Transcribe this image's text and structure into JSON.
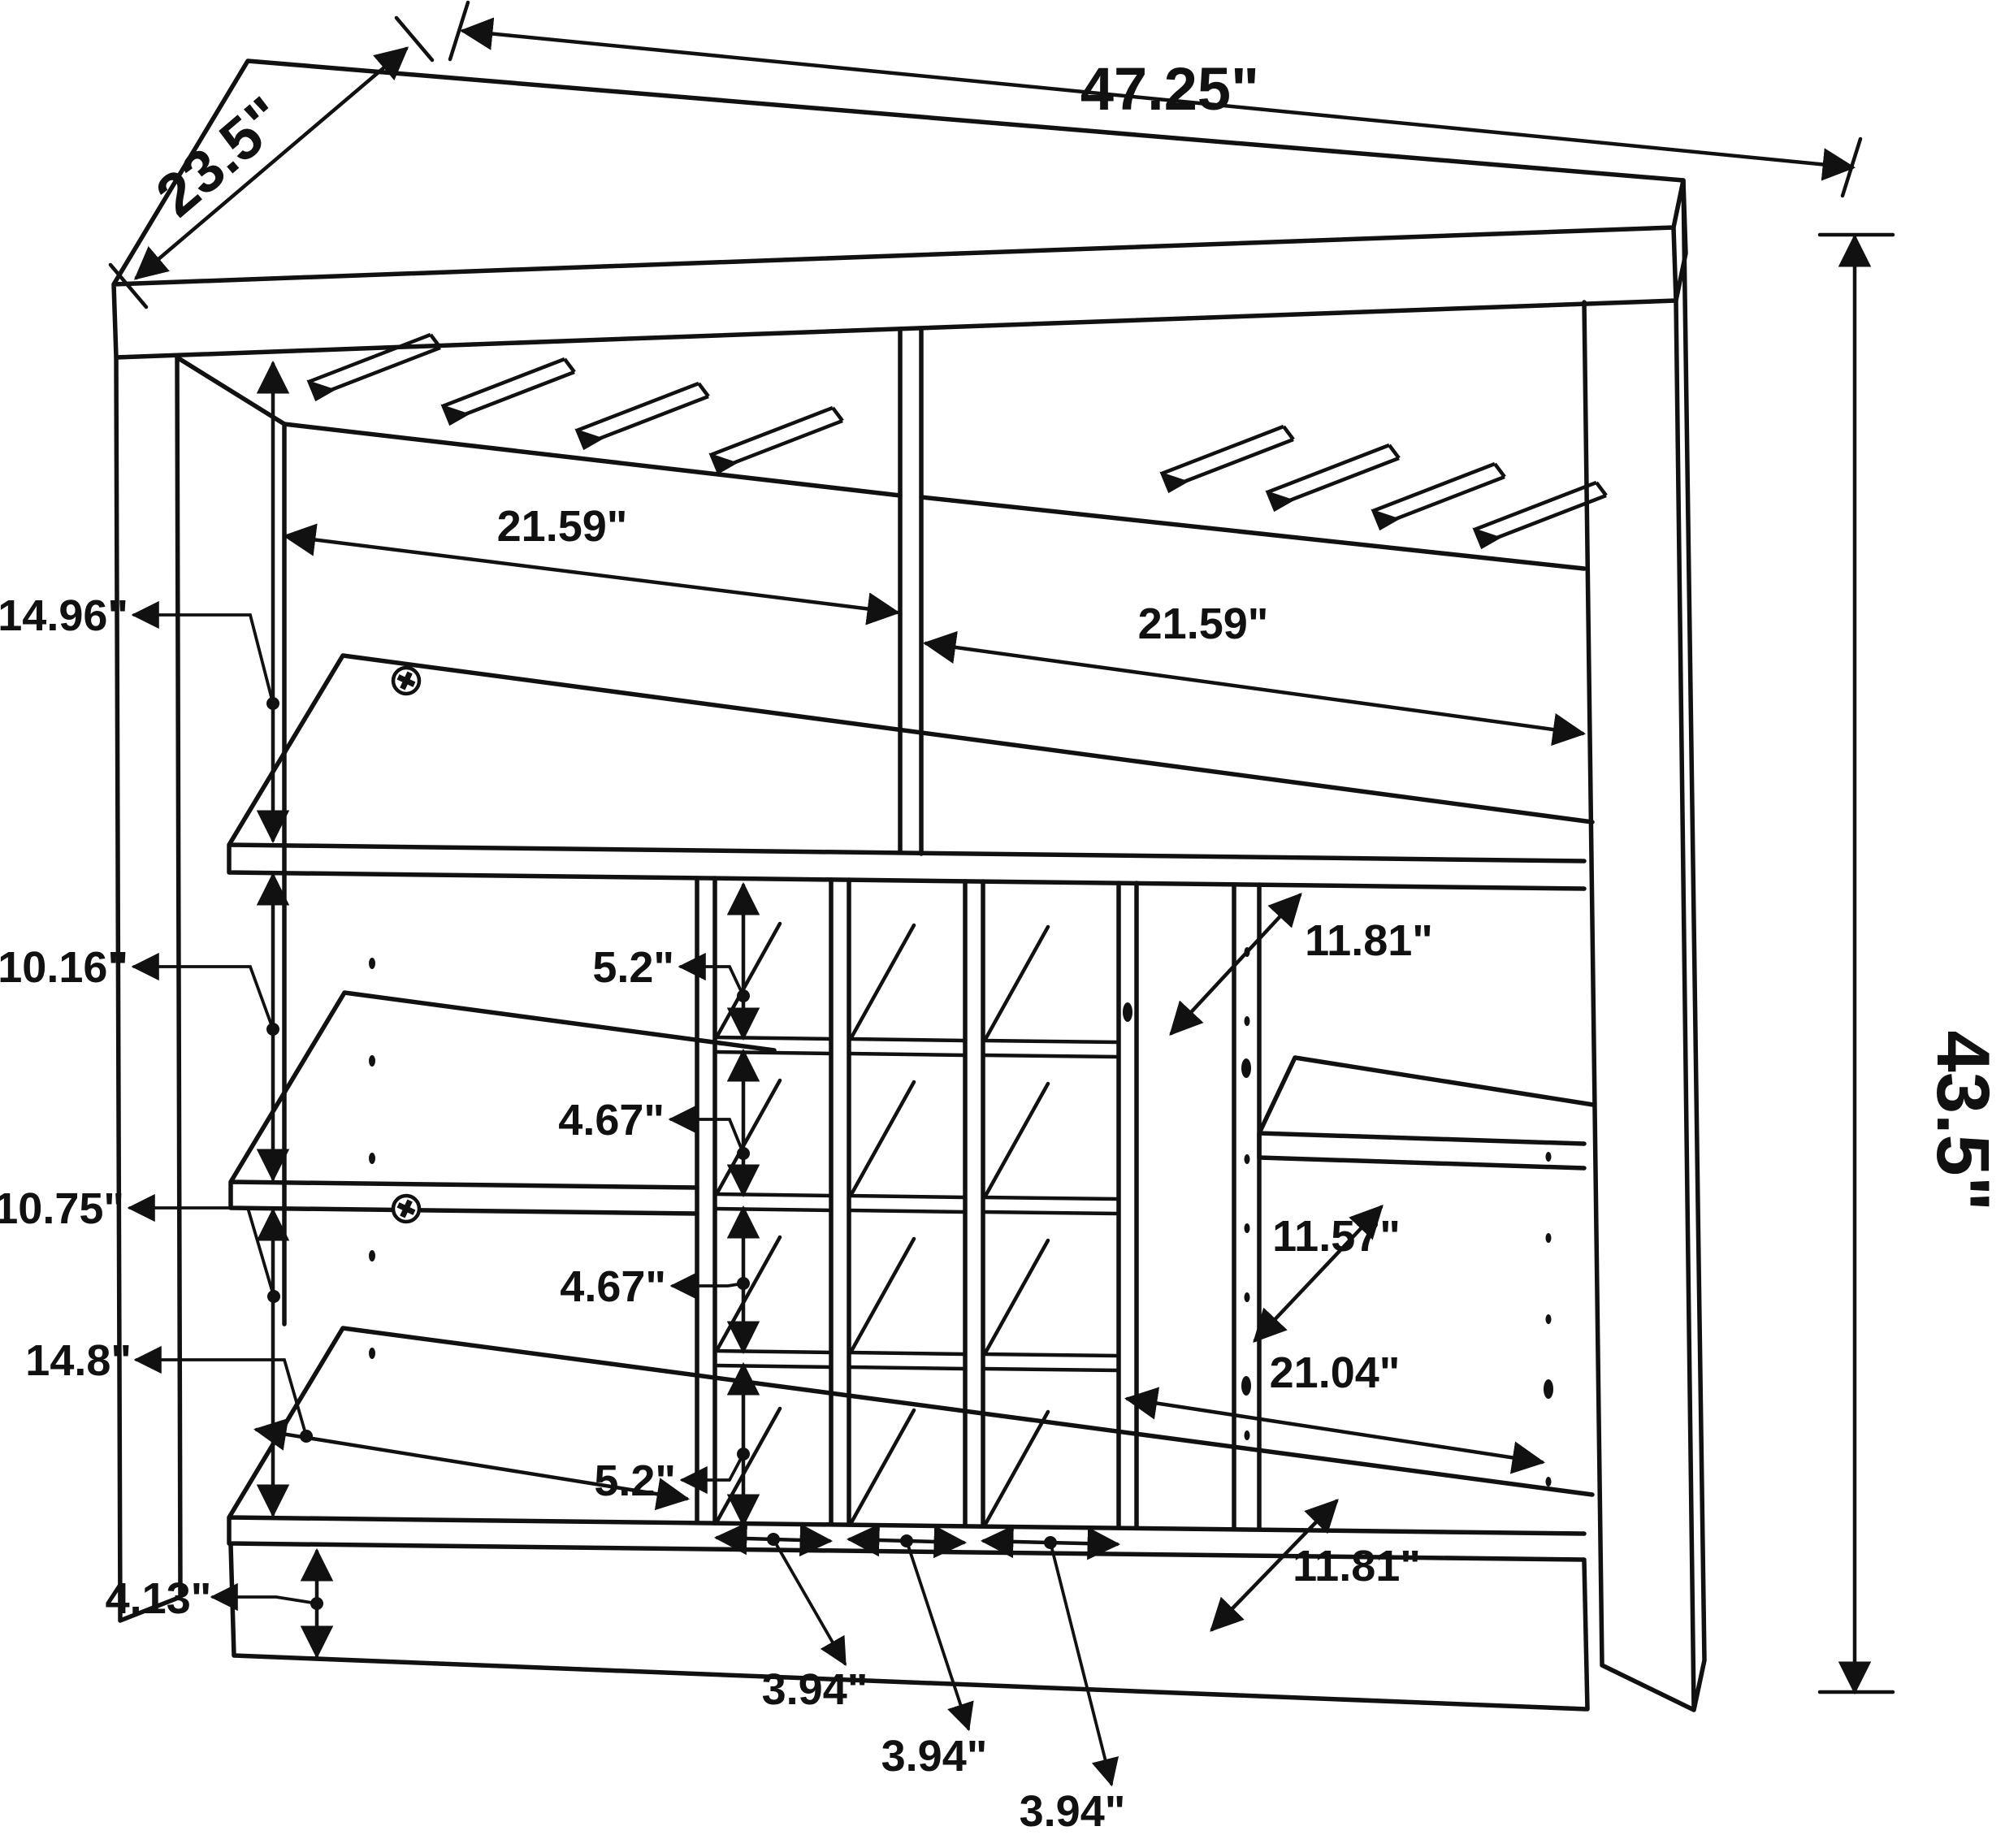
{
  "dimensions": {
    "top_depth": "23.5\"",
    "top_width": "47.25\"",
    "overall_height": "43.5\"",
    "upper_left_compartment_width": "21.59\"",
    "upper_right_compartment_width": "21.59\"",
    "upper_left_compartment_height": "14.96\"",
    "left_shelf_gap_upper": "10.16\"",
    "left_shelf_gap_lower": "10.75\"",
    "lower_left_compartment_width": "14.8\"",
    "upper_right_shelf_depth": "11.81\"",
    "middle_right_shelf_depth": "11.57\"",
    "lower_right_compartment_width": "21.04\"",
    "lower_right_shelf_depth": "11.81\"",
    "base_height": "4.13\"",
    "cubby_row_1_height": "5.2\"",
    "cubby_row_2_height": "4.67\"",
    "cubby_row_3_height": "4.67\"",
    "cubby_row_4_height": "5.2\"",
    "cubby_col_1_width": "3.94\"",
    "cubby_col_2_width": "3.94\"",
    "cubby_col_3_width": "3.94\""
  }
}
